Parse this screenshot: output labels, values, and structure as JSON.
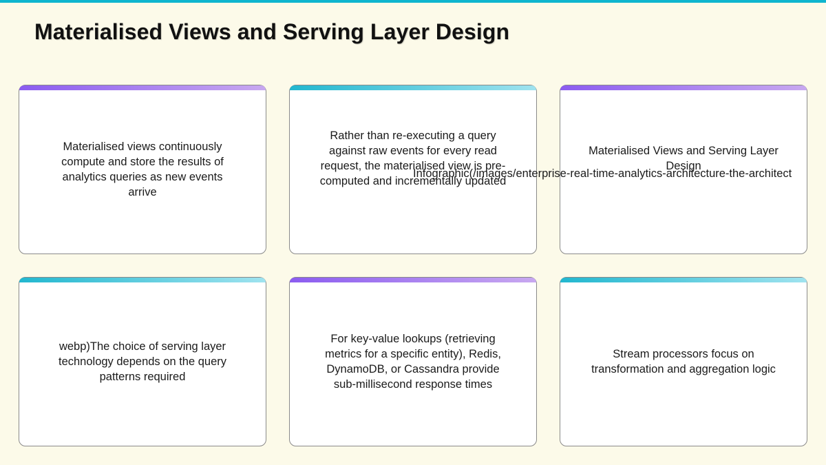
{
  "slide": {
    "title": "Materialised Views and Serving Layer Design"
  },
  "cards": [
    {
      "text": "Materialised views continuously compute and store the results of analytics queries as new events arrive",
      "accent": "#8b5cf0"
    },
    {
      "text": "Rather than re-executing a query against raw events for every read request, the materialised view is pre-computed and incrementally updated",
      "accent": "#22b7cf"
    },
    {
      "text": "Materialised Views and Serving Layer Design",
      "accent": "#8b5cf0"
    },
    {
      "text": "webp)The choice of serving layer technology depends on the query patterns required",
      "accent": "#22b7cf"
    },
    {
      "text": "For key-value lookups (retrieving metrics for a specific entity), Redis, DynamoDB, or Cassandra provide sub-millisecond response times",
      "accent": "#8b5cf0"
    },
    {
      "text": "Stream processors focus on transformation and aggregation logic",
      "accent": "#22b7cf"
    }
  ],
  "overflow_text": "Infographic(/images/enterprise-real-time-analytics-architecture-the-architect",
  "colors": {
    "background": "#fcfae9",
    "top_accent": "#0fb5cf",
    "purple": "#8b5cf0",
    "teal": "#22b7cf"
  }
}
